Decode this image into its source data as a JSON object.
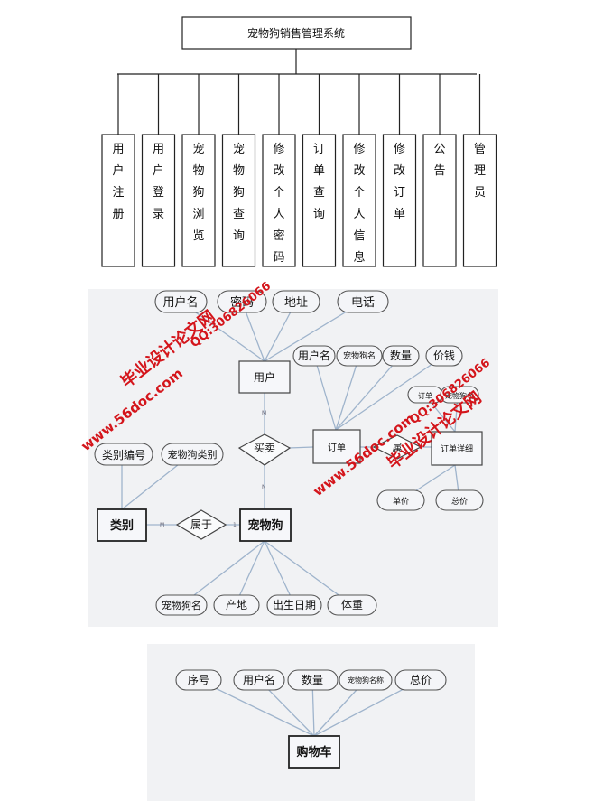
{
  "tree": {
    "root": "宠物狗销售管理系统",
    "modules": [
      "用户注册",
      "用户登录",
      "宠物狗浏览",
      "宠物狗查询",
      "修改个人密码",
      "订单查询",
      "修改个人信息",
      "修改订单",
      "公告",
      "管理员"
    ]
  },
  "er1": {
    "entities": {
      "user": "用户",
      "order": "订单",
      "order_detail": "订单详细",
      "category": "类别",
      "dog": "宠物狗"
    },
    "relations": {
      "buy_sell": "买卖",
      "belong_cat": "属于",
      "belong_order": "属"
    },
    "user_attrs": [
      "用户名",
      "密码",
      "地址",
      "电话"
    ],
    "order_attrs": [
      "用户名",
      "宠物狗名",
      "数量",
      "价钱"
    ],
    "detail_attrs_top": [
      "订单",
      "宠物狗名"
    ],
    "detail_attrs_bottom": [
      "单价",
      "总价"
    ],
    "category_attrs": [
      "类别编号",
      "宠物狗类别"
    ],
    "dog_attrs": [
      "宠物狗名",
      "产地",
      "出生日期",
      "体重"
    ],
    "cardinality": {
      "m": "M",
      "n": "N",
      "one": "1"
    }
  },
  "er2": {
    "entity": "购物车",
    "attrs": [
      "序号",
      "用户名",
      "数量",
      "宠物狗名称",
      "总价"
    ]
  },
  "watermark": {
    "cn": "毕业设计论文网",
    "web": "www.56doc.com",
    "qq": "QQ:306826066"
  }
}
